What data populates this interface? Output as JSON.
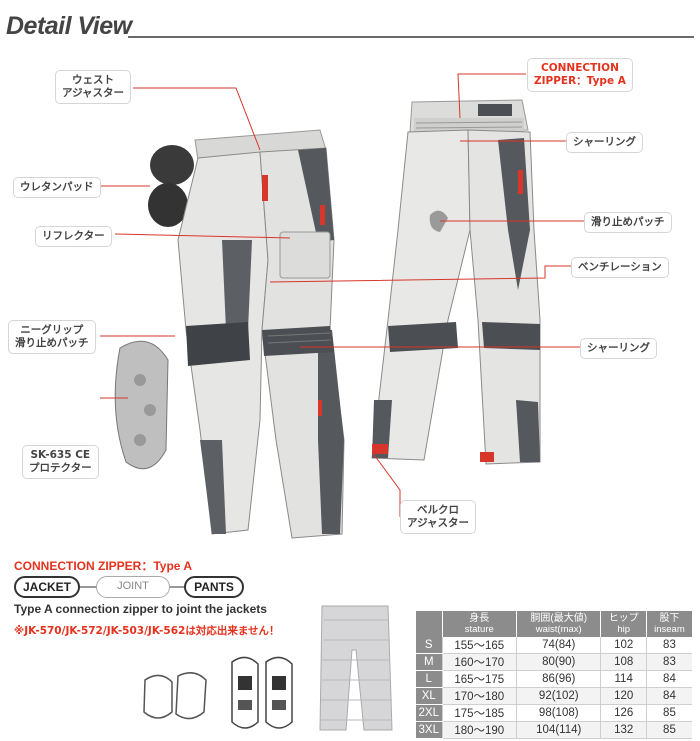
{
  "header": {
    "title": "Detail View"
  },
  "callouts": {
    "waist_adjuster": "ウェスト\nアジャスター",
    "urethane_pad": "ウレタンパッド",
    "reflector": "リフレクター",
    "knee_grip": "ニーグリップ\n滑り止めパッチ",
    "protector": "SK-635 CE\nプロテクター",
    "connection_zipper": "CONNECTION\nZIPPER：Type A",
    "shirring_top": "シャーリング",
    "non_slip_patch": "滑り止めパッチ",
    "ventilation": "ベンチレーション",
    "shirring_knee": "シャーリング",
    "velcro_adjuster": "ベルクロ\nアジャスター"
  },
  "zipper": {
    "title": "CONNECTION ZIPPER：Type A",
    "jacket": "JACKET",
    "joint": "JOINT",
    "pants": "PANTS",
    "description": "Type A connection zipper to joint the jackets",
    "note": "※JK-570/JK-572/JK-503/JK-562は対応出来ません！"
  },
  "size_table": {
    "headers": [
      {
        "jp": "",
        "en": ""
      },
      {
        "jp": "身長",
        "en": "stature"
      },
      {
        "jp": "胴囲(最大値)",
        "en": "waist(max)"
      },
      {
        "jp": "ヒップ",
        "en": "hip"
      },
      {
        "jp": "股下",
        "en": "inseam"
      }
    ],
    "rows": [
      [
        "S",
        "155〜165",
        "74(84)",
        "102",
        "83"
      ],
      [
        "M",
        "160〜170",
        "80(90)",
        "108",
        "83"
      ],
      [
        "L",
        "165〜175",
        "86(96)",
        "114",
        "84"
      ],
      [
        "XL",
        "170〜180",
        "92(102)",
        "120",
        "84"
      ],
      [
        "2XL",
        "175〜185",
        "98(108)",
        "126",
        "85"
      ],
      [
        "3XL",
        "180〜190",
        "104(114)",
        "132",
        "85"
      ]
    ]
  },
  "colors": {
    "accent_red": "#e4321e",
    "table_header": "#8c8c8c",
    "pant_light": "#e8e8e6",
    "pant_dark": "#55585c"
  }
}
